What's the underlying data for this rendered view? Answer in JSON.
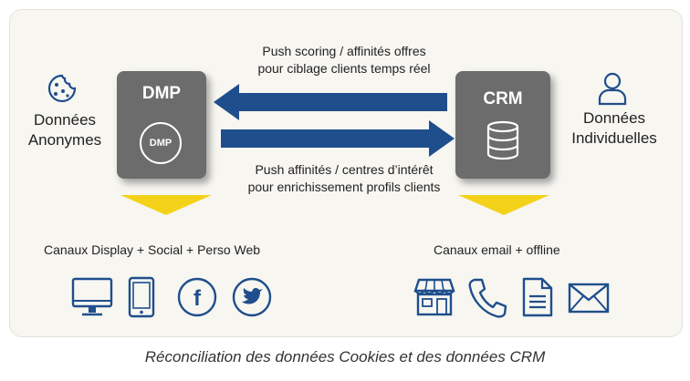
{
  "left_label": [
    "Données",
    "Anonymes"
  ],
  "right_label": [
    "Données",
    "Individuelles"
  ],
  "dmp": {
    "title": "DMP",
    "badge": "DMP"
  },
  "crm": {
    "title": "CRM"
  },
  "arrow_top": [
    "Push scoring / affinités offres",
    "pour ciblage clients temps réel"
  ],
  "arrow_bottom": [
    "Push affinités / centres d’intérêt",
    "pour enrichissement profils clients"
  ],
  "channels_left": {
    "label": "Canaux Display + Social + Perso Web",
    "icons": [
      "desktop-icon",
      "tablet-icon",
      "facebook-icon",
      "twitter-icon"
    ]
  },
  "channels_right": {
    "label": "Canaux email + offline",
    "icons": [
      "store-icon",
      "phone-icon",
      "document-icon",
      "mail-icon"
    ]
  },
  "caption": "Réconciliation des données Cookies et des données CRM",
  "colors": {
    "blue": "#1f4e8c",
    "box": "#6c6c6c",
    "yellow": "#f4d21a",
    "panel": "#f7f6f1"
  }
}
